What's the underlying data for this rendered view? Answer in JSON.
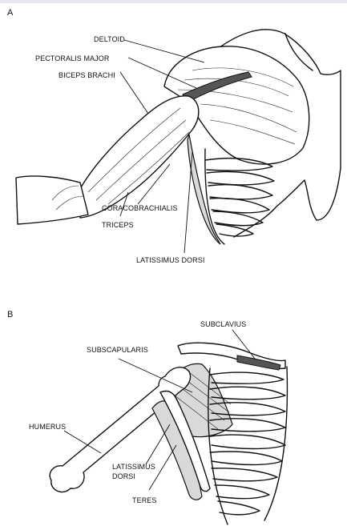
{
  "panels": {
    "a": {
      "letter": "A",
      "labels": {
        "deltoid": "DELTOID",
        "pectoralis_major": "PECTORALIS MAJOR",
        "biceps_brachi": "BICEPS BRACHI",
        "coracobrachialis": "CORACOBRACHIALIS",
        "triceps": "TRICEPS",
        "latissimus_dorsi": "LATISSIMUS DORSI"
      }
    },
    "b": {
      "letter": "B",
      "labels": {
        "subclavius": "SUBCLAVIUS",
        "subscapularis": "SUBSCAPULARIS",
        "humerus": "HUMERUS",
        "latissimus_line1": "LATISSIMUS",
        "latissimus_line2": "DORSI",
        "teres": "TERES"
      }
    }
  }
}
